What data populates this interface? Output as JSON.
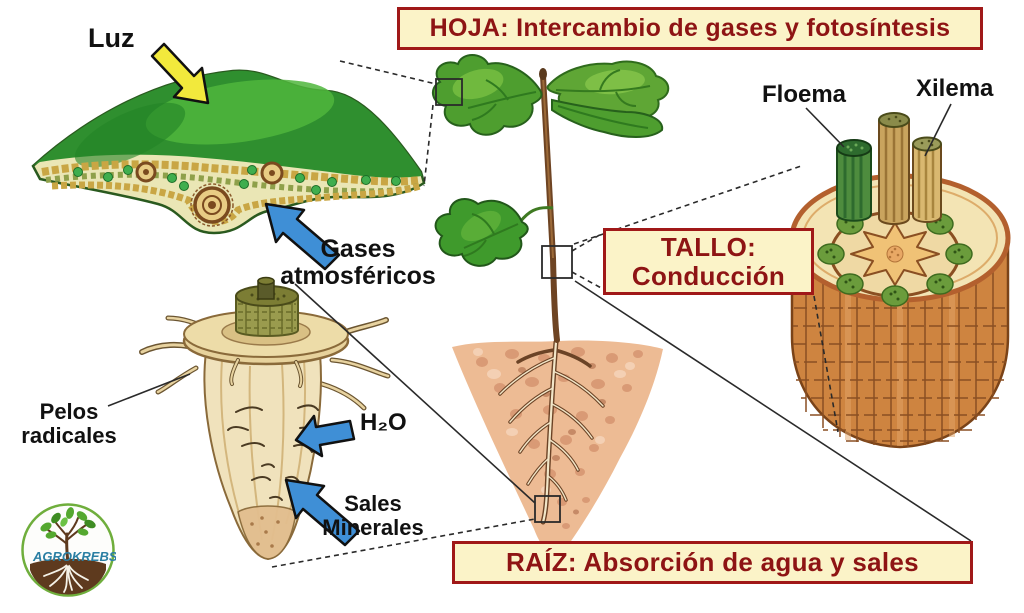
{
  "boxes": {
    "hoja": "HOJA: Intercambio de gases y fotosíntesis",
    "tallo_line1": "TALLO:",
    "tallo_line2": "Conducción",
    "raiz": "RAÍZ: Absorción de agua y sales"
  },
  "labels": {
    "luz": "Luz",
    "floema": "Floema",
    "xilema": "Xilema",
    "gases_line1": "Gases",
    "gases_line2": "atmosféricos",
    "pelos_line1": "Pelos",
    "pelos_line2": "radicales",
    "h2o": "H₂O",
    "sales_line1": "Sales",
    "sales_line2": "Minerales"
  },
  "logo": {
    "text1": "AGRO",
    "text2": "KREBS"
  },
  "icons": {
    "light_arrow": "yellow-arrow-down-right",
    "gases_arrow": "blue-arrow-up-left",
    "water_arrow": "blue-arrow-left",
    "minerals_arrow": "blue-arrow-up-left"
  },
  "colors": {
    "box_background": "#FBF3C8",
    "box_border": "#A01818",
    "box_text": "#8E1414",
    "label_text": "#111111",
    "arrow_blue": "#3F8FD6",
    "arrow_yellow": "#F2E93C",
    "leaf_green": "#2F8F2F",
    "bark_brown": "#CE8440",
    "soil_tan": "#EDBB94",
    "root_cream": "#F0E2BC",
    "logo_text": "#2B7FA3"
  }
}
